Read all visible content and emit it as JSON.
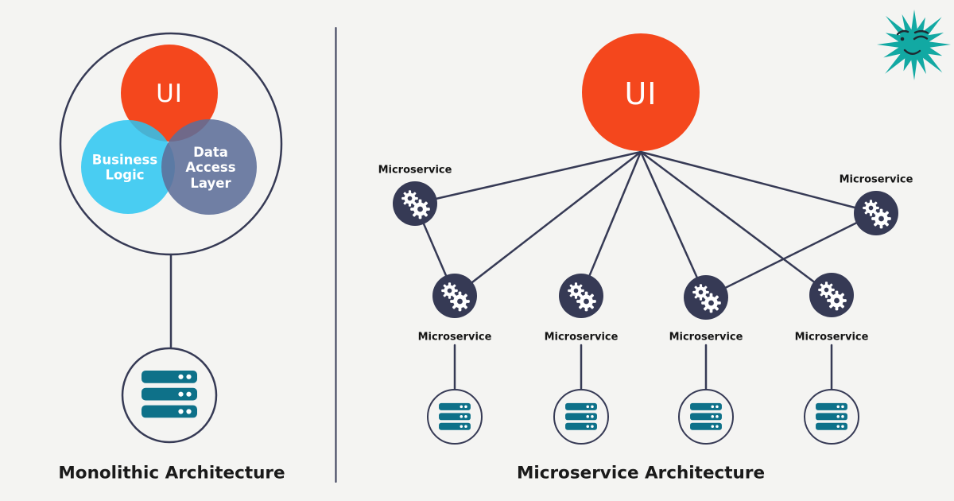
{
  "monolithic": {
    "title": "Monolithic Architecture",
    "ui_label": "UI",
    "business_logic": {
      "line1": "Business",
      "line2": "Logic"
    },
    "data_access": {
      "line1": "Data",
      "line2": "Access",
      "line3": "Layer"
    }
  },
  "microservice": {
    "title": "Microservice Architecture",
    "ui_label": "UI",
    "node_labels": {
      "top_left": "Microservice",
      "top_right": "Microservice",
      "mid_1": "Microservice",
      "mid_2": "Microservice",
      "mid_3": "Microservice",
      "mid_4": "Microservice"
    }
  },
  "icons": {
    "gear": "gear-icon",
    "database": "database-server-icon",
    "mascot": "winking-starburst-mascot"
  },
  "colors": {
    "background": "#F4F4F2",
    "orange": "#F4471D",
    "cyan": "#2AC5F2",
    "slate": "#5D6E99",
    "navy": "#363A55",
    "teal_database": "#0E7189",
    "teal_mascot": "#12A9A3",
    "text_dark": "#1A1A1A"
  }
}
